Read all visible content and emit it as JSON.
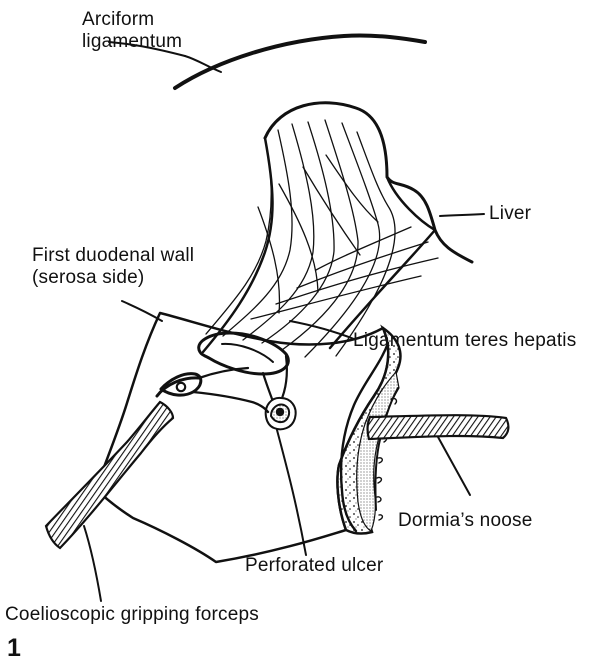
{
  "labels": {
    "arciform": [
      "Arciform",
      "ligamentum"
    ],
    "liver": "Liver",
    "duodenal": [
      "First duodenal wall",
      "(serosa side)"
    ],
    "teres": "Ligamentum teres hepatis",
    "dormia": "Dormia’s noose",
    "ulcer": "Perforated ulcer",
    "forceps": "Coelioscopic gripping forceps"
  },
  "figure_number": "1"
}
